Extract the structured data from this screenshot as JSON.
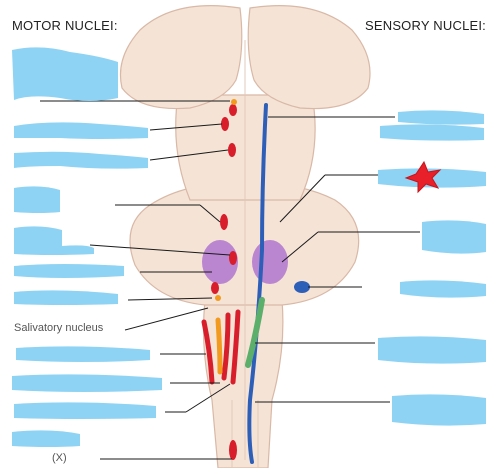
{
  "headers": {
    "motor": "MOTOR NUCLEI:",
    "sensory": "SENSORY NUCLEI:"
  },
  "visible_fragments": {
    "salivatory": "Salivatory nucleus",
    "bottom_left": "(X)"
  },
  "colors": {
    "brainstem": "#f5e3d6",
    "brainstem_edge": "#d9b8a6",
    "redaction": "#8fd3f4",
    "motor_nucleus": "#d81e2b",
    "trigeminal_sensory": "#2e5fb8",
    "vestibular": "#b57bcf",
    "solitary": "#5cae6b",
    "ambiguus": "#f29a1f",
    "leader_line": "#1a1a1a",
    "star": "#e8202a"
  },
  "motor_label_count": 12,
  "sensory_label_count": 7
}
